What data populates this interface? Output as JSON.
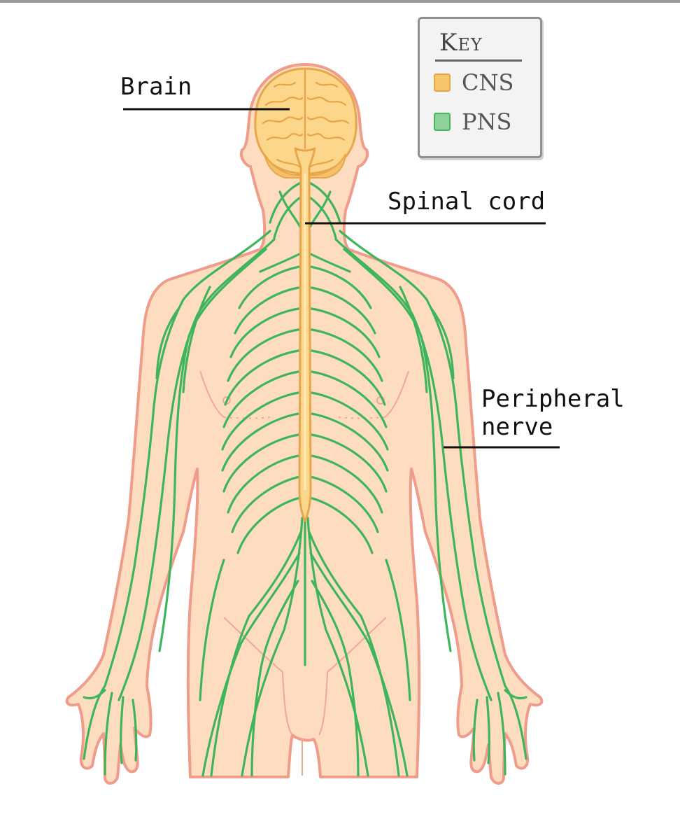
{
  "diagram": {
    "key": {
      "title": "Key",
      "items": [
        {
          "label": "CNS",
          "color": "#f6c66a"
        },
        {
          "label": "PNS",
          "color": "#8fd19a"
        }
      ]
    },
    "labels": {
      "brain": "Brain",
      "spinal_cord": "Spinal cord",
      "peripheral_line1": "Peripheral",
      "peripheral_line2": "nerve"
    },
    "colors": {
      "skin": "#fddcc0",
      "skin_outline": "#ef9c8a",
      "cns": "#f6c66a",
      "cns_outline": "#e8a64a",
      "pns": "#3fb55b"
    }
  }
}
